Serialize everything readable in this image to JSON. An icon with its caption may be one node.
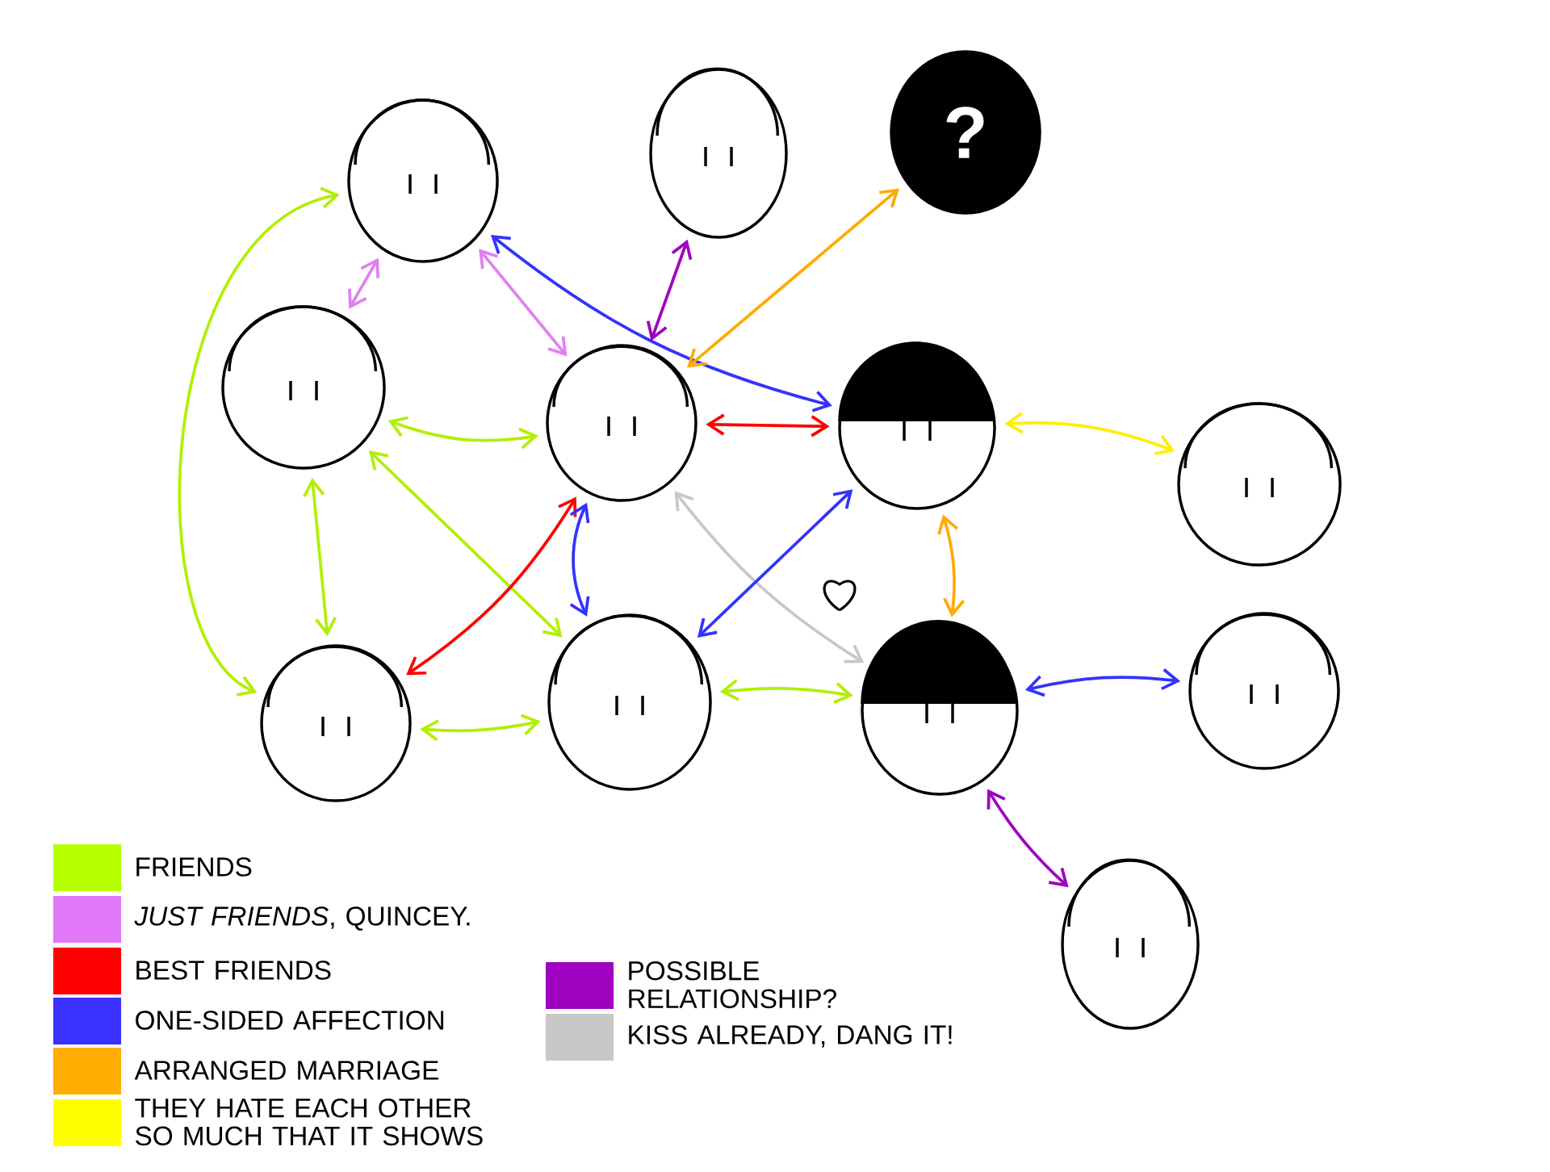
{
  "diagram": {
    "nodes": [
      {
        "text": [],
        "shape": "picture"
      },
      {
        "text": [],
        "shape": "picture"
      },
      {
        "text": [
          "?"
        ]
      },
      {
        "text": [],
        "shape": "picture"
      },
      {
        "text": [],
        "shape": "picture"
      },
      {
        "text": [],
        "shape": "picture"
      },
      {
        "text": [],
        "shape": "picture"
      },
      {
        "text": [],
        "shape": "picture"
      },
      {
        "text": [],
        "shape": "picture"
      },
      {
        "text": [],
        "shape": "picture"
      },
      {
        "text": [],
        "shape": "picture"
      },
      {
        "text": [],
        "shape": "picture"
      }
    ],
    "edges": [
      {
        "from": 0,
        "to": 7,
        "arrow": "both",
        "color": "#b0f000"
      },
      {
        "from": 0,
        "to": 3,
        "arrow": "both",
        "color": "#e080f0"
      },
      {
        "from": 0,
        "to": 4,
        "arrow": "both",
        "color": "#e080f0"
      },
      {
        "from": 0,
        "to": 5,
        "arrow": "both",
        "color": "#3333ff"
      },
      {
        "from": 1,
        "to": 4,
        "arrow": "both",
        "color": "#a000c0"
      },
      {
        "from": 2,
        "to": 4,
        "arrow": "both",
        "color": "#ffaa00"
      },
      {
        "from": 3,
        "to": 4,
        "arrow": "both",
        "color": "#b0f000"
      },
      {
        "from": 3,
        "to": 7,
        "arrow": "both",
        "color": "#b0f000"
      },
      {
        "from": 3,
        "to": 8,
        "arrow": "both",
        "color": "#b0f000"
      },
      {
        "from": 4,
        "to": 5,
        "arrow": "both",
        "color": "#ff0000"
      },
      {
        "from": 4,
        "to": 7,
        "arrow": "both",
        "color": "#ff0000"
      },
      {
        "from": 4,
        "to": 8,
        "arrow": "both",
        "color": "#3333ff"
      },
      {
        "from": 4,
        "to": 9,
        "arrow": "both",
        "color": "#c8c8c8"
      },
      {
        "from": 5,
        "to": 6,
        "arrow": "both",
        "color": "#ffee00"
      },
      {
        "from": 5,
        "to": 8,
        "arrow": "both",
        "color": "#3333ff"
      },
      {
        "from": 5,
        "to": 9,
        "arrow": "both",
        "color": "#ffaa00"
      },
      {
        "from": 7,
        "to": 8,
        "arrow": "both",
        "color": "#b0f000"
      },
      {
        "from": 8,
        "to": 9,
        "arrow": "both",
        "color": "#b0f000"
      },
      {
        "from": 9,
        "to": 10,
        "arrow": "both",
        "color": "#3333ff"
      },
      {
        "from": 9,
        "to": 11,
        "arrow": "both",
        "color": "#a000c0"
      }
    ],
    "legend": [
      {
        "text": "FRIENDS",
        "color": "#b8ff00"
      },
      {
        "text": "*JUST FRIENDS*, QUINCEY.",
        "color": "#e078f8"
      },
      {
        "text": "BEST FRIENDS",
        "color": "#ff0000"
      },
      {
        "text": "ONE-SIDED AFFECTION",
        "color": "#3a30ff"
      },
      {
        "text": "ARRANGED MARRIAGE",
        "color": "#ffae00"
      },
      {
        "text": "THEY HATE EACH OTHER SO MUCH THAT IT SHOWS",
        "color": "#ffff00"
      },
      {
        "text": "POSSIBLE RELATIONSHIP?",
        "color": "#a000c0"
      },
      {
        "text": "KISS ALREADY, DANG IT!",
        "color": "#c8c8c8"
      }
    ]
  }
}
